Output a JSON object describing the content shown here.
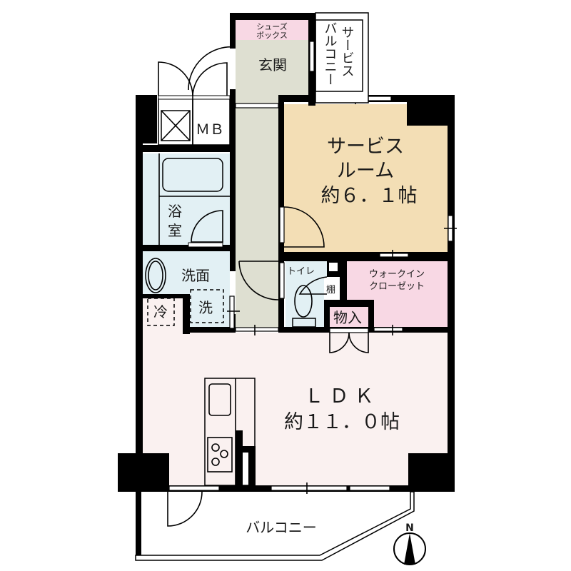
{
  "plan": {
    "layout": "1SLDK",
    "colors": {
      "wall": "#000000",
      "entrance": "#dedfd1",
      "corridor": "#dedfd1",
      "service_room": "#f3deb5",
      "wet_area": "#e2f0f4",
      "closet": "#f8d8e4",
      "ldk": "#faf1f0",
      "shoe_box": "#f8d8e4",
      "outdoor": "#ffffff"
    },
    "rooms": {
      "shoe_box": {
        "line1": "シューズ",
        "line2": "ボックス"
      },
      "entrance": {
        "label": "玄関"
      },
      "service_balcony": {
        "line1": "サービス",
        "line2": "バルコニー"
      },
      "meter_box": {
        "label": "ＭＢ"
      },
      "service_room": {
        "line1": "サービス",
        "line2": "ルーム",
        "area": "約６．１帖"
      },
      "bathroom": {
        "line1": "浴",
        "line2": "室"
      },
      "washroom": {
        "label": "洗面"
      },
      "washer": {
        "label": "洗"
      },
      "fridge": {
        "label": "冷"
      },
      "toilet": {
        "label": "トイレ"
      },
      "shelf": {
        "label": "棚"
      },
      "storage": {
        "label": "物入"
      },
      "walk_in_closet": {
        "line1": "ウォークイン",
        "line2": "クローゼット"
      },
      "ldk": {
        "line1": "ＬＤＫ",
        "area": "約１１．０帖"
      },
      "balcony": {
        "label": "バルコニー"
      }
    },
    "compass": {
      "label": "N",
      "icon": "north-arrow-icon"
    }
  }
}
